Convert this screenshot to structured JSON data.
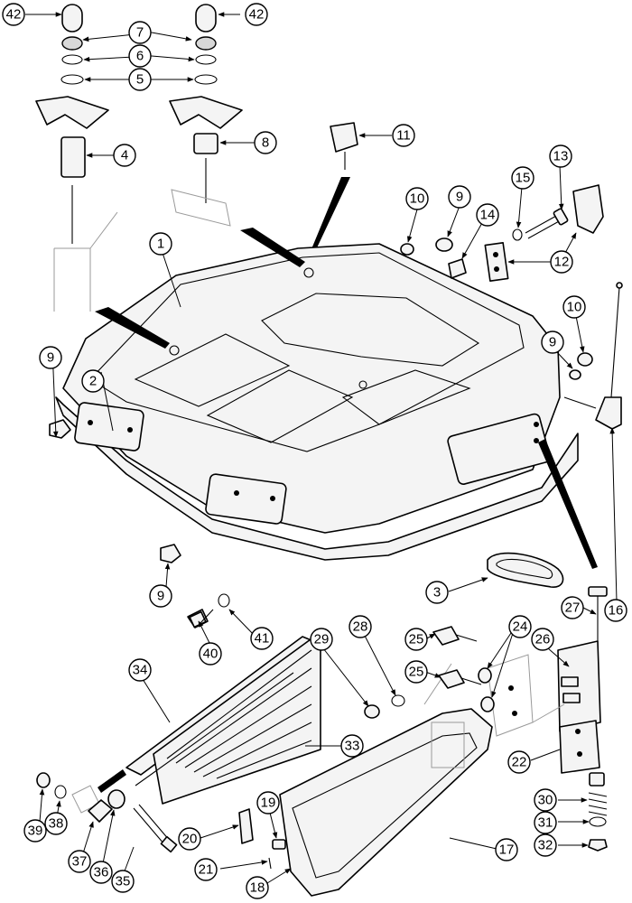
{
  "callouts": [
    {
      "label": "42"
    },
    {
      "label": "42"
    },
    {
      "label": "7"
    },
    {
      "label": "6"
    },
    {
      "label": "5"
    },
    {
      "label": "4"
    },
    {
      "label": "8"
    },
    {
      "label": "11"
    },
    {
      "label": "1"
    },
    {
      "label": "10"
    },
    {
      "label": "9"
    },
    {
      "label": "14"
    },
    {
      "label": "15"
    },
    {
      "label": "13"
    },
    {
      "label": "12"
    },
    {
      "label": "10"
    },
    {
      "label": "9"
    },
    {
      "label": "16"
    },
    {
      "label": "9"
    },
    {
      "label": "2"
    },
    {
      "label": "9"
    },
    {
      "label": "3"
    },
    {
      "label": "27"
    },
    {
      "label": "40"
    },
    {
      "label": "41"
    },
    {
      "label": "29"
    },
    {
      "label": "28"
    },
    {
      "label": "25"
    },
    {
      "label": "25"
    },
    {
      "label": "24"
    },
    {
      "label": "26"
    },
    {
      "label": "34"
    },
    {
      "label": "33"
    },
    {
      "label": "22"
    },
    {
      "label": "30"
    },
    {
      "label": "31"
    },
    {
      "label": "32"
    },
    {
      "label": "39"
    },
    {
      "label": "38"
    },
    {
      "label": "37"
    },
    {
      "label": "36"
    },
    {
      "label": "35"
    },
    {
      "label": "20"
    },
    {
      "label": "19"
    },
    {
      "label": "21"
    },
    {
      "label": "18"
    },
    {
      "label": "17"
    }
  ]
}
